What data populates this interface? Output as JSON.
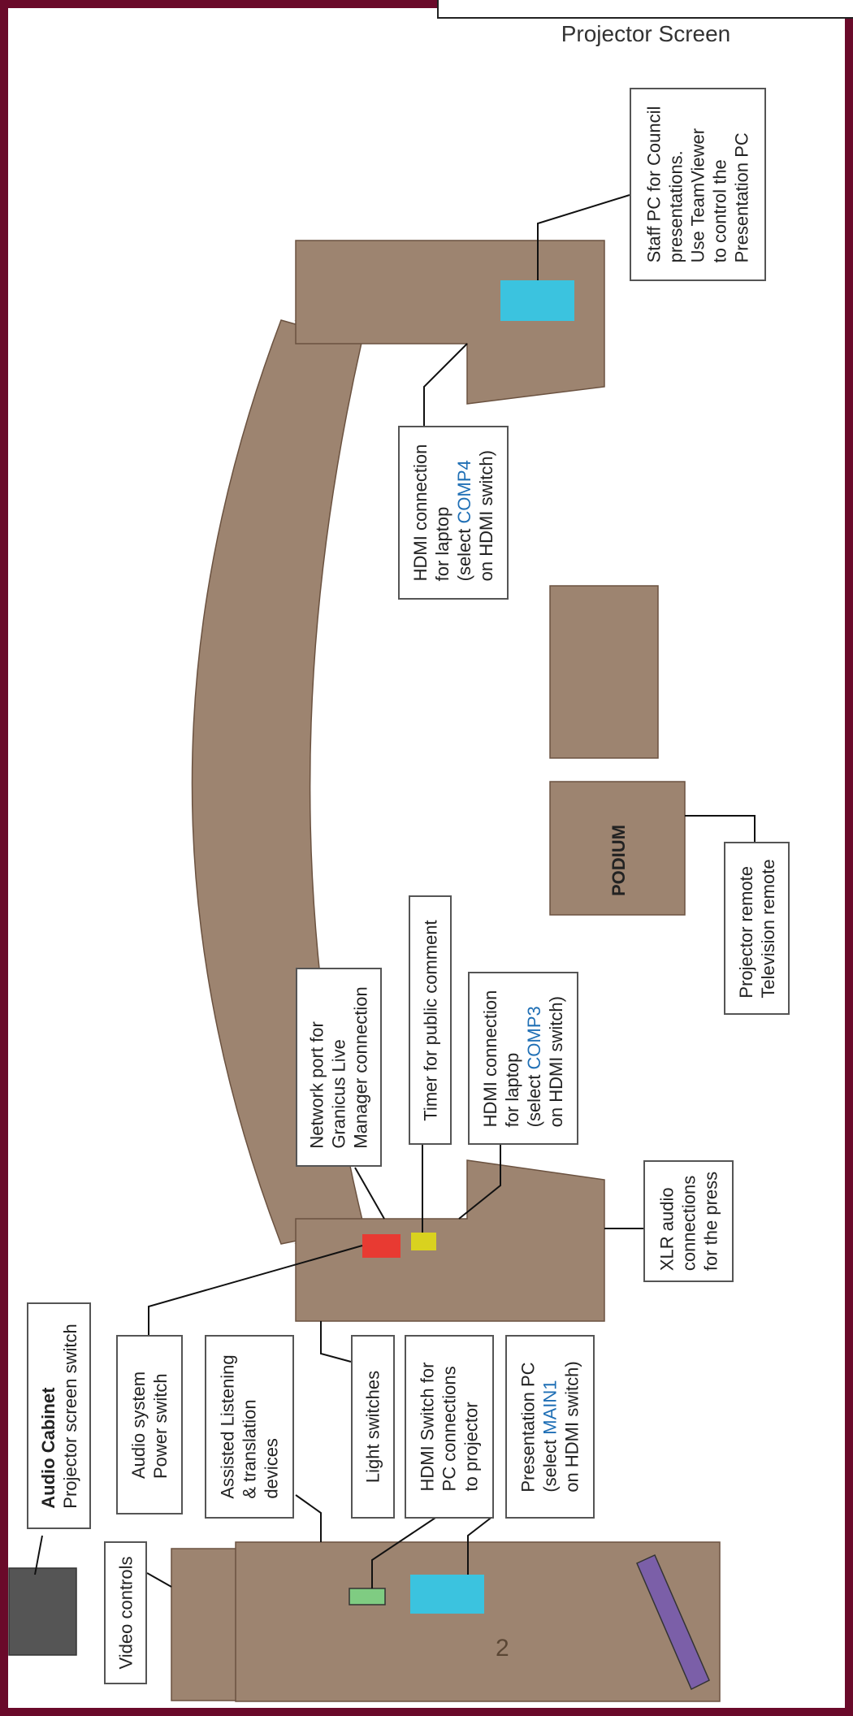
{
  "colors": {
    "frame": "#6a0a2a",
    "furniture": "#9d8470",
    "furniture_dark": "#7a5d44",
    "pc_marker": "#3bc3df",
    "network_marker": "#e83a32",
    "timer_marker": "#d9d21f",
    "switch_marker": "#7fcc82",
    "cabinet": "#555555",
    "monitor": "#7b5fa8",
    "highlight_text": "#1f6fb5"
  },
  "projector_screen": {
    "title": "Projector Screen"
  },
  "podium": {
    "label": "PODIUM"
  },
  "room_number": "2",
  "labels": {
    "staff_pc": {
      "lines": [
        "Staff PC for Council",
        "presentations.",
        "Use TeamViewer",
        "to control the",
        "Presentation PC"
      ]
    },
    "hdmi_comp4": {
      "lines": [
        "HDMI connection",
        "for laptop"
      ],
      "select_prefix": "(select ",
      "select_value": "COMP4",
      "select_suffix": "on HDMI switch)"
    },
    "remotes": {
      "lines": [
        "Projector remote",
        "Television remote"
      ]
    },
    "network_port": {
      "lines": [
        "Network port for",
        "Granicus Live",
        "Manager connection"
      ]
    },
    "timer": {
      "lines": [
        "Timer for public comment"
      ]
    },
    "hdmi_comp3": {
      "lines": [
        "HDMI connection",
        "for laptop"
      ],
      "select_prefix": "(select ",
      "select_value": "COMP3",
      "select_suffix": "on HDMI switch)"
    },
    "xlr": {
      "lines": [
        "XLR audio",
        "connections",
        "for the press"
      ]
    },
    "audio_cabinet": {
      "title": "Audio Cabinet",
      "subtitle": "Projector screen switch"
    },
    "audio_system": {
      "lines": [
        "Audio system",
        "Power switch"
      ]
    },
    "assisted_listening": {
      "lines": [
        "Assisted Listening",
        "& translation",
        "devices"
      ]
    },
    "light_switches": {
      "lines": [
        "Light switches"
      ]
    },
    "hdmi_switch": {
      "lines": [
        "HDMI Switch for",
        "PC connections",
        "to projector"
      ]
    },
    "presentation_pc": {
      "lines": [
        "Presentation PC"
      ],
      "select_prefix": "(select ",
      "select_value": "MAIN1",
      "select_suffix": "on HDMI switch)"
    },
    "video_controls": {
      "lines": [
        "Video controls"
      ]
    }
  }
}
